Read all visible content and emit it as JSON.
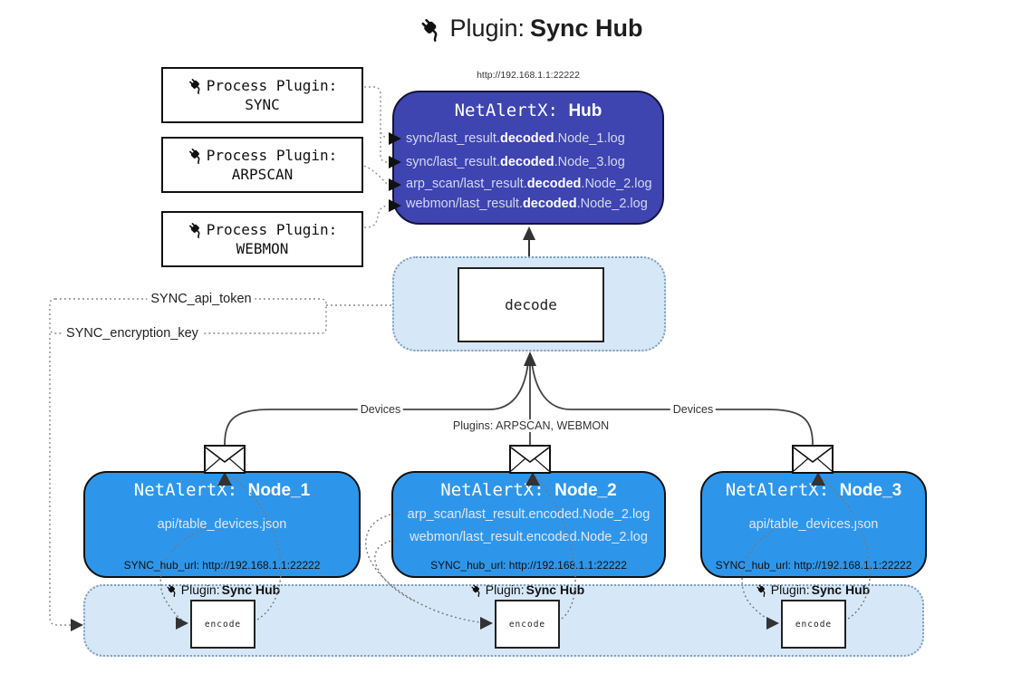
{
  "title": {
    "label": "Plugin:",
    "name": "Sync Hub"
  },
  "process_plugins": [
    {
      "label": "Process Plugin:",
      "name": "SYNC"
    },
    {
      "label": "Process Plugin:",
      "name": "ARPSCAN"
    },
    {
      "label": "Process Plugin:",
      "name": "WEBMON"
    }
  ],
  "hub": {
    "url": "http://192.168.1.1:22222",
    "prefix": "NetAlertX:",
    "name": "Hub",
    "logs": [
      {
        "pre": "sync/last_result.",
        "bold": "decoded",
        "post": ".Node_1.log"
      },
      {
        "pre": "sync/last_result.",
        "bold": "decoded",
        "post": ".Node_3.log"
      },
      {
        "pre": "arp_scan/last_result.",
        "bold": "decoded",
        "post": ".Node_2.log"
      },
      {
        "pre": "webmon/last_result.",
        "bold": "decoded",
        "post": ".Node_2.log"
      }
    ]
  },
  "decode": {
    "label": "decode"
  },
  "settings": {
    "api_token": "SYNC_api_token",
    "encryption_key": "SYNC_encryption_key"
  },
  "edge_labels": {
    "devices_left": "Devices",
    "devices_right": "Devices",
    "plugins": "Plugins: ARPSCAN, WEBMON"
  },
  "nodes": [
    {
      "prefix": "NetAlertX:",
      "name": "Node_1",
      "files": [
        "api/table_devices.json"
      ],
      "hub_url": "SYNC_hub_url: http://192.168.1.1:22222"
    },
    {
      "prefix": "NetAlertX:",
      "name": "Node_2",
      "files": [
        "arp_scan/last_result.encoded.Node_2.log",
        "webmon/last_result.encoded.Node_2.log"
      ],
      "hub_url": "SYNC_hub_url: http://192.168.1.1:22222"
    },
    {
      "prefix": "NetAlertX:",
      "name": "Node_3",
      "files": [
        "api/table_devices.json"
      ],
      "hub_url": "SYNC_hub_url: http://192.168.1.1:22222"
    }
  ],
  "encoders": [
    {
      "plugin_label": "Plugin:",
      "plugin_name": "Sync Hub",
      "box": "encode"
    },
    {
      "plugin_label": "Plugin:",
      "plugin_name": "Sync Hub",
      "box": "encode"
    },
    {
      "plugin_label": "Plugin:",
      "plugin_name": "Sync Hub",
      "box": "encode"
    }
  ],
  "colors": {
    "hub_fill": "#3e44b0",
    "node_fill": "#2e96ea",
    "panel_fill": "#d6e8f8",
    "panel_border": "#7f9db8",
    "line": "#444444",
    "dotted": "#999999"
  }
}
